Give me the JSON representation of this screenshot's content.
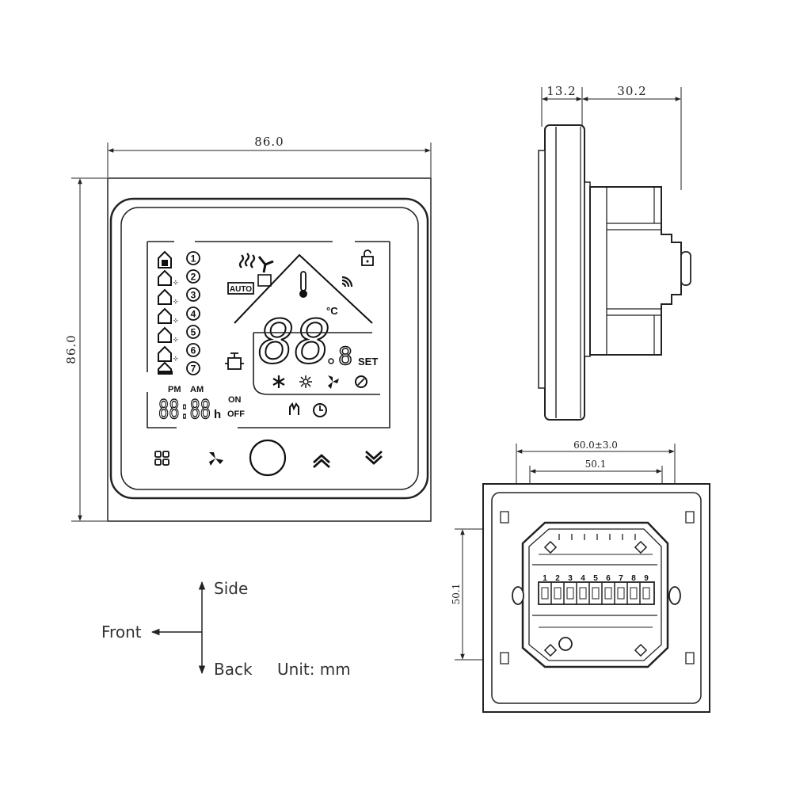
{
  "front_view": {
    "width_label": "86.0",
    "height_label": "86.0",
    "lcd": {
      "auto_label": "AUTO",
      "temp_digits": "88",
      "degree_label": "°C",
      "set_label": "SET",
      "pm_label": "PM",
      "am_label": "AM",
      "clock_digits": "88:88",
      "hour_label": "h",
      "on_label": "ON",
      "off_label": "OFF",
      "program_numbers": [
        "1",
        "2",
        "3",
        "4",
        "5",
        "6",
        "7"
      ]
    },
    "buttons": [
      "menu-icon",
      "fan-icon",
      "power-icon",
      "up-chevron-icon",
      "down-chevron-icon"
    ]
  },
  "side_view": {
    "depth_front_label": "13.2",
    "depth_back_label": "30.2"
  },
  "back_view": {
    "outer_width_label": "60.0±3.0",
    "inner_width_label": "50.1",
    "height_label": "50.1",
    "terminal_numbers": [
      "1",
      "2",
      "3",
      "4",
      "5",
      "6",
      "7",
      "8",
      "9"
    ]
  },
  "legend": {
    "side_label": "Side",
    "front_label": "Front",
    "back_label": "Back",
    "unit_label": "Unit: mm"
  }
}
